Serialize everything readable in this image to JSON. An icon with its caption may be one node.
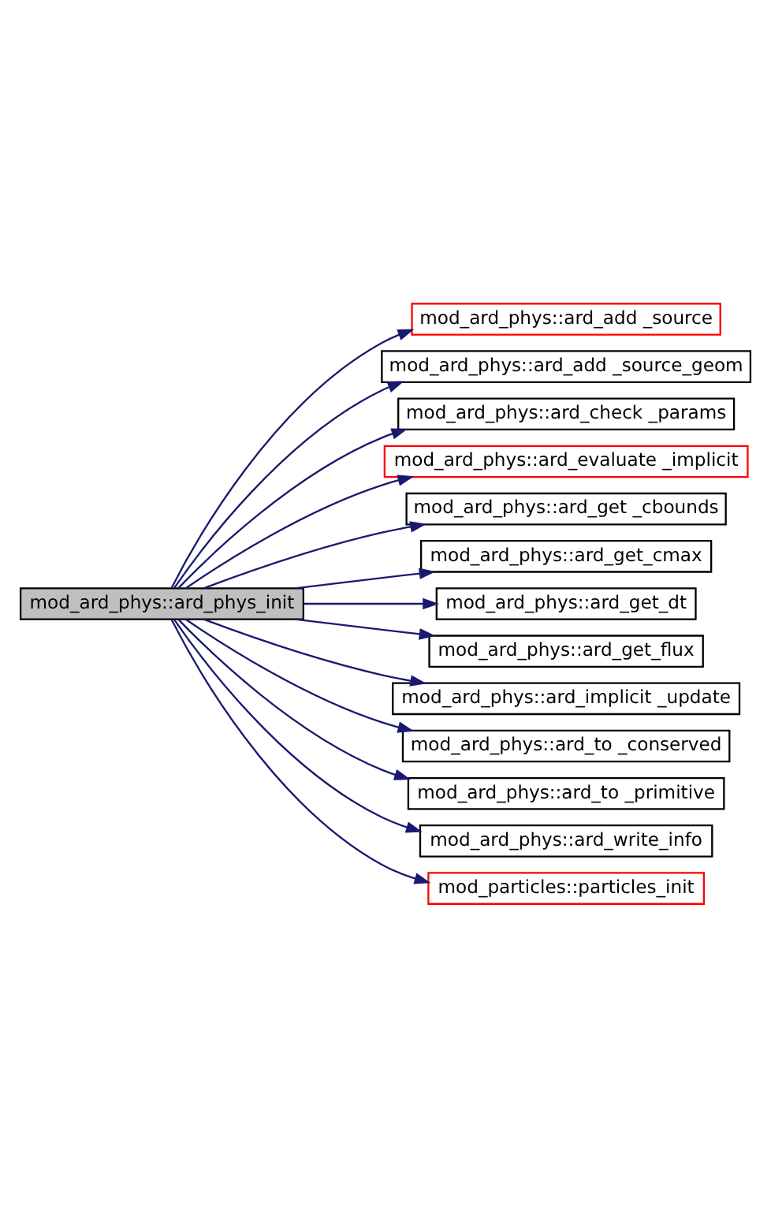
{
  "diagram": {
    "nodes": [
      {
        "text": [
          "mod_ard_phys::ard_phys_init"
        ]
      },
      {
        "text": [
          "mod_ard_phys::ard_add _source"
        ]
      },
      {
        "text": [
          "mod_ard_phys::ard_add _source_geom"
        ]
      },
      {
        "text": [
          "mod_ard_phys::ard_check _params"
        ]
      },
      {
        "text": [
          "mod_ard_phys::ard_evaluate _implicit"
        ]
      },
      {
        "text": [
          "mod_ard_phys::ard_get _cbounds"
        ]
      },
      {
        "text": [
          "mod_ard_phys::ard_get_cmax"
        ]
      },
      {
        "text": [
          "mod_ard_phys::ard_get_dt"
        ]
      },
      {
        "text": [
          "mod_ard_phys::ard_get_flux"
        ]
      },
      {
        "text": [
          "mod_ard_phys::ard_implicit _update"
        ]
      },
      {
        "text": [
          "mod_ard_phys::ard_to _conserved"
        ]
      },
      {
        "text": [
          "mod_ard_phys::ard_to _primitive"
        ]
      },
      {
        "text": [
          "mod_ard_phys::ard_write_info"
        ]
      },
      {
        "text": [
          "mod_particles::particles_init"
        ]
      }
    ],
    "edges": [
      {
        "from": 0,
        "to": 1,
        "arrow": "to"
      },
      {
        "from": 0,
        "to": 2,
        "arrow": "to"
      },
      {
        "from": 0,
        "to": 3,
        "arrow": "to"
      },
      {
        "from": 0,
        "to": 4,
        "arrow": "to"
      },
      {
        "from": 0,
        "to": 5,
        "arrow": "to"
      },
      {
        "from": 0,
        "to": 6,
        "arrow": "to"
      },
      {
        "from": 0,
        "to": 7,
        "arrow": "to"
      },
      {
        "from": 0,
        "to": 8,
        "arrow": "to"
      },
      {
        "from": 0,
        "to": 9,
        "arrow": "to"
      },
      {
        "from": 0,
        "to": 10,
        "arrow": "to"
      },
      {
        "from": 0,
        "to": 11,
        "arrow": "to"
      },
      {
        "from": 0,
        "to": 12,
        "arrow": "to"
      },
      {
        "from": 0,
        "to": 13,
        "arrow": "to"
      }
    ]
  }
}
